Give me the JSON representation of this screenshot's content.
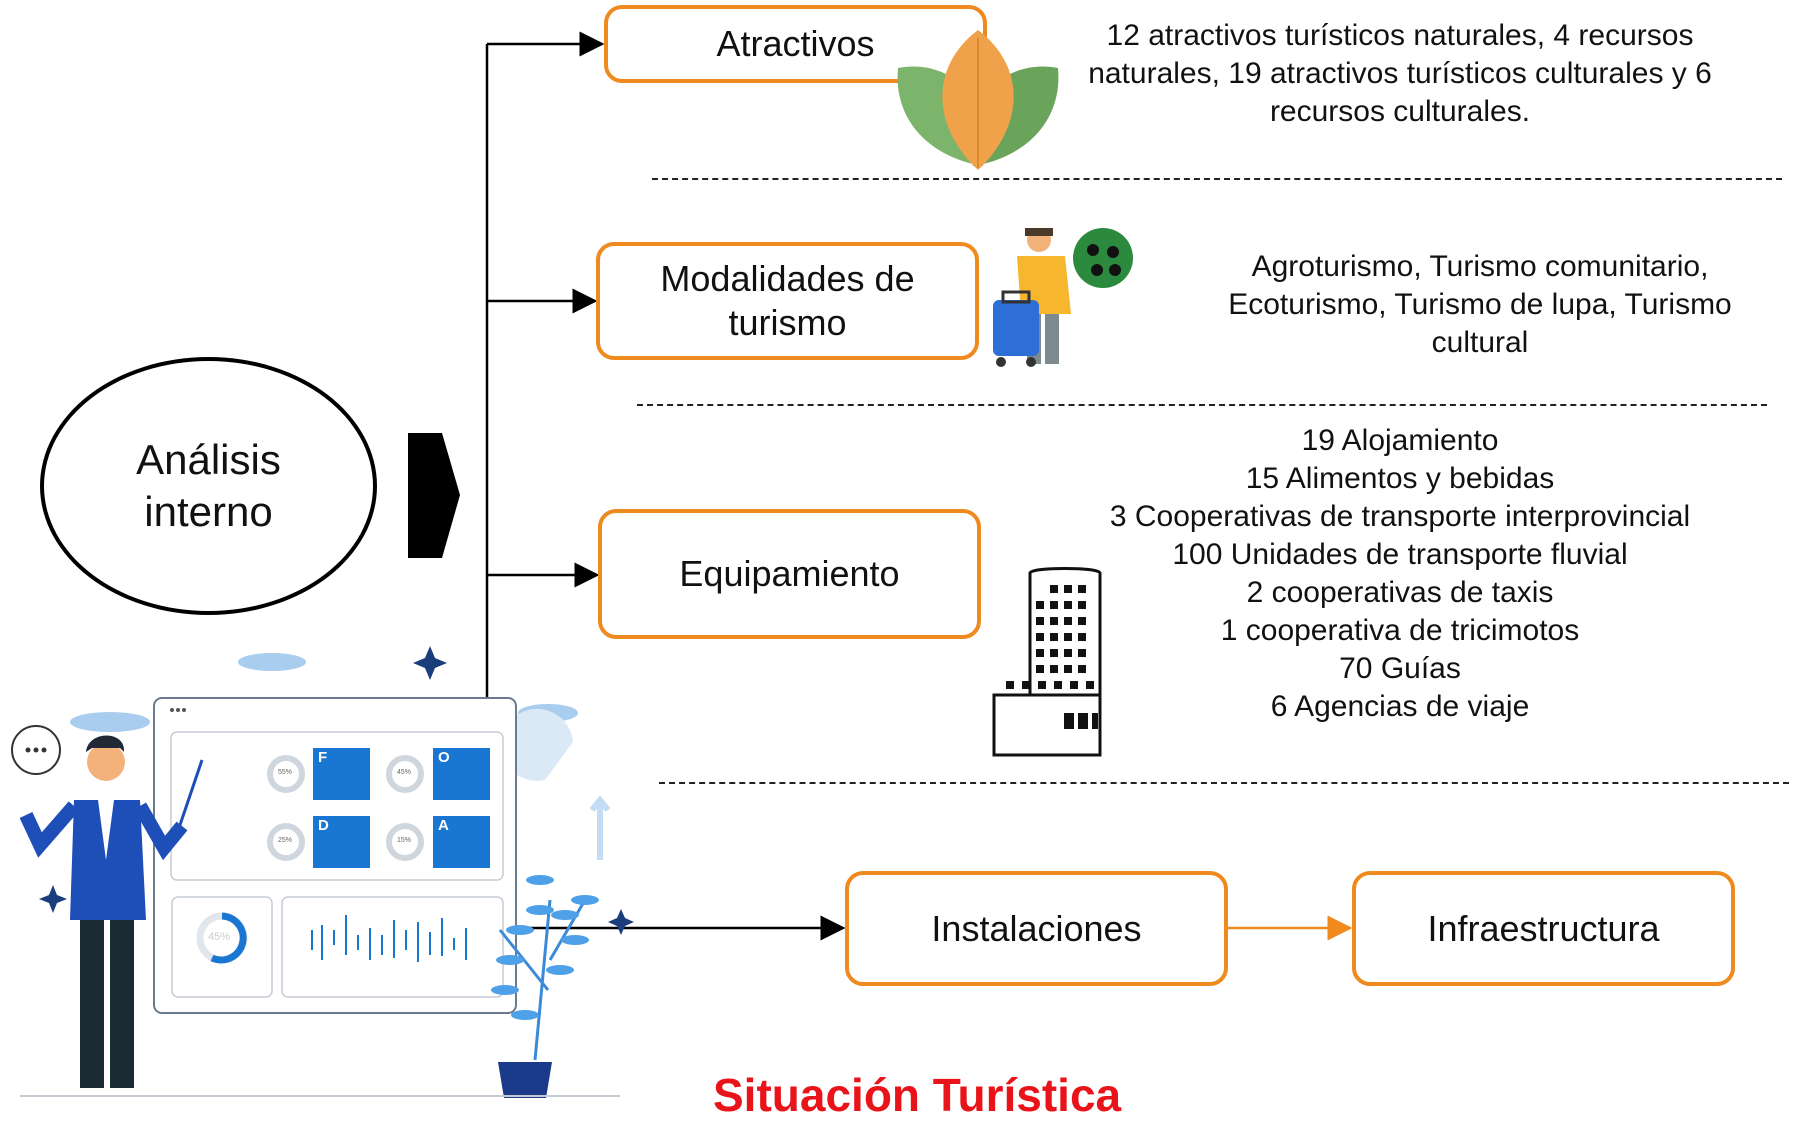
{
  "center": {
    "label_line1": "Análisis",
    "label_line2": "interno"
  },
  "categories": [
    {
      "name": "Atractivos",
      "icon": "leaf-icon",
      "description": [
        "12 atractivos turísticos naturales, 4 recursos",
        "naturales, 19 atractivos turísticos culturales y 6",
        "recursos culturales."
      ]
    },
    {
      "name_line1": "Modalidades de",
      "name_line2": "turismo",
      "icon": "traveler-icon",
      "description": [
        "Agroturismo, Turismo comunitario,",
        "Ecoturismo, Turismo de lupa, Turismo",
        "cultural"
      ]
    },
    {
      "name": "Equipamiento",
      "icon": "building-icon",
      "description": [
        "19 Alojamiento",
        "15 Alimentos y bebidas",
        "3 Cooperativas de transporte interprovincial",
        "100 Unidades de transporte fluvial",
        "2 cooperativas de taxis",
        "1 cooperativa de tricimotos",
        "70 Guías",
        "6 Agencias de viaje"
      ]
    },
    {
      "name": "Instalaciones"
    },
    {
      "name": "Infraestructura"
    }
  ],
  "dashboard": {
    "swot_letters": [
      "F",
      "O",
      "D",
      "A"
    ],
    "percents": [
      "55%",
      "45%",
      "25%",
      "15%"
    ],
    "donut_value": "45%"
  },
  "footer_title": "Situación Turística",
  "colors": {
    "box_border": "#ee8a1e",
    "footer": "#e8141a",
    "accent_blue": "#1976d2"
  }
}
